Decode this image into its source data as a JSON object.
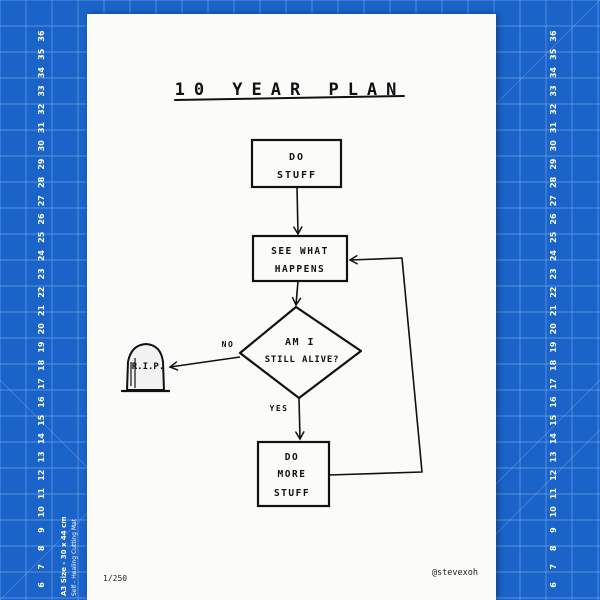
{
  "title": "10 YEAR PLAN",
  "nodes": {
    "do_stuff": [
      "DO",
      "STUFF"
    ],
    "see_what_happens": [
      "SEE WHAT",
      "HAPPENS"
    ],
    "decision": [
      "AM I",
      "STILL ALIVE?"
    ],
    "do_more_stuff": [
      "DO",
      "MORE",
      "STUFF"
    ],
    "tombstone": "R.I.P."
  },
  "edges": {
    "no_label": "NO",
    "yes_label": "YES"
  },
  "footer": {
    "edition": "1/250",
    "signature": "@stevexoh"
  },
  "mat": {
    "size_label": "A3 Size - 30 x 44 cm",
    "subtitle": "Self - Healing Cutting Mat",
    "ruler_numbers": [
      "6",
      "7",
      "8",
      "9",
      "10",
      "11",
      "12",
      "13",
      "14",
      "15",
      "16",
      "17",
      "18",
      "19",
      "20",
      "21",
      "22",
      "23",
      "24",
      "25",
      "26",
      "27",
      "28",
      "29",
      "30",
      "31",
      "32",
      "33",
      "34",
      "35",
      "36"
    ]
  },
  "colors": {
    "mat": "#1a63c9",
    "grid": "#7fb0ef",
    "paper": "#fbfbf9",
    "ink": "#111111"
  }
}
